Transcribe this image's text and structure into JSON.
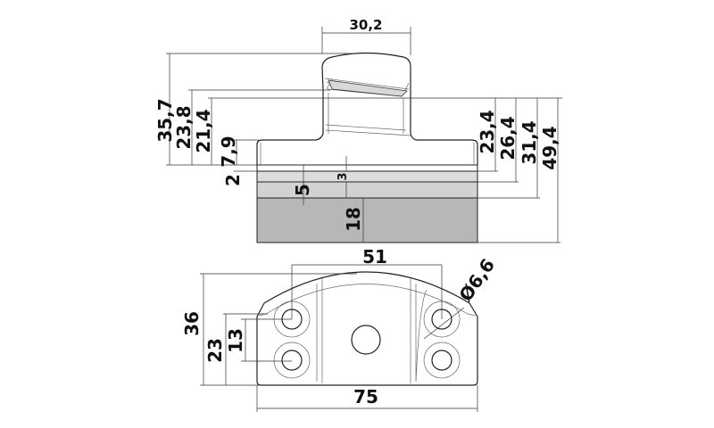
{
  "top_view": {
    "width_knob": "30,2",
    "left_dims": [
      "35,7",
      "23,8",
      "21,4",
      "7,9",
      "2"
    ],
    "inner_dims": [
      "5",
      "3",
      "18"
    ],
    "right_dims": [
      "23,4",
      "26,4",
      "31,4",
      "49,4"
    ],
    "layer_colors": [
      "#ffffff",
      "#dcdcdc",
      "#d2d2d2",
      "#b7b7b7"
    ]
  },
  "bottom_view": {
    "hole_spacing": "51",
    "height": "36",
    "dim_23": "23",
    "dim_13": "13",
    "width": "75",
    "hole_diameter": "Ø6,6"
  }
}
